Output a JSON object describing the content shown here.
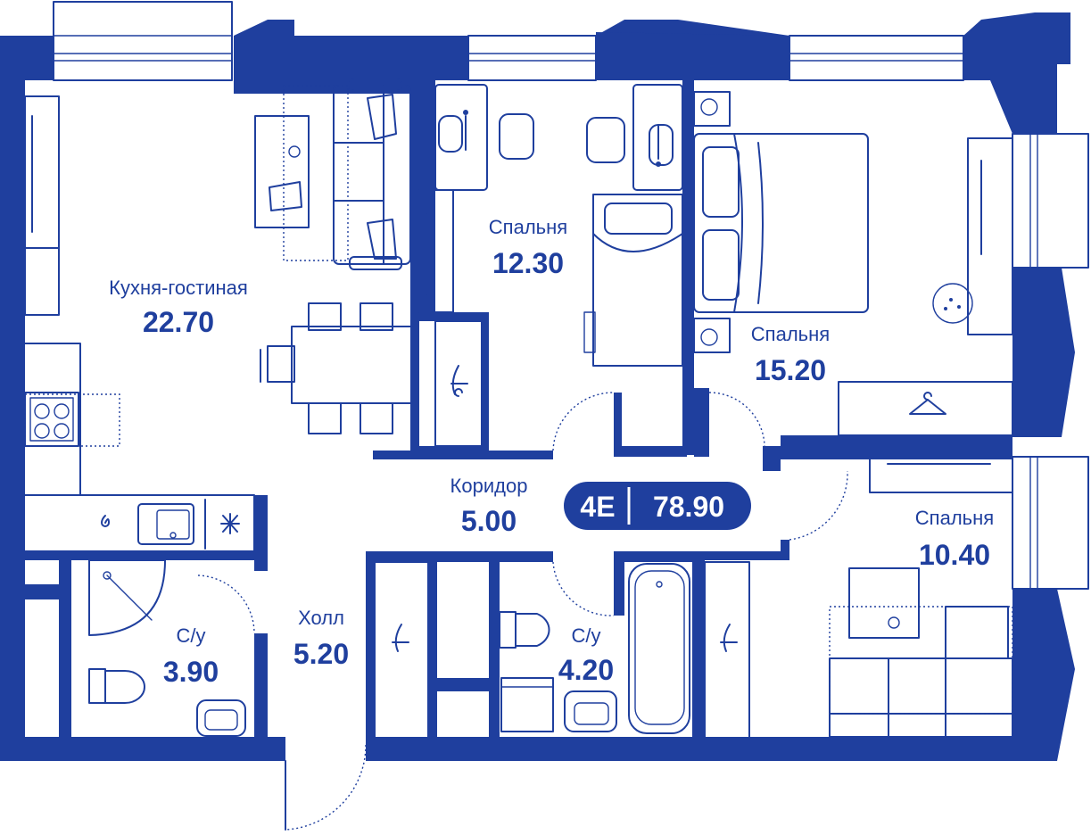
{
  "colors": {
    "primary": "#1f3f9e",
    "background": "#ffffff"
  },
  "badge": {
    "type": "4E",
    "total_area": "78.90"
  },
  "rooms": [
    {
      "id": "kitchen_living",
      "name": "Кухня-гостиная",
      "area": "22.70"
    },
    {
      "id": "bedroom_1",
      "name": "Спальня",
      "area": "12.30"
    },
    {
      "id": "bedroom_2",
      "name": "Спальня",
      "area": "15.20"
    },
    {
      "id": "corridor",
      "name": "Коридор",
      "area": "5.00"
    },
    {
      "id": "bedroom_3",
      "name": "Спальня",
      "area": "10.40"
    },
    {
      "id": "bathroom_1",
      "name": "С/у",
      "area": "3.90"
    },
    {
      "id": "hall",
      "name": "Холл",
      "area": "5.20"
    },
    {
      "id": "bathroom_2",
      "name": "С/у",
      "area": "4.20"
    }
  ],
  "icons": [
    "sofa-icon",
    "dining-table-icon",
    "stove-icon",
    "sink-icon",
    "shower-icon",
    "toilet-icon",
    "bathtub-icon",
    "bed-icon",
    "desk-icon",
    "wardrobe-hanger-icon",
    "washing-machine-icon",
    "fridge-icon"
  ]
}
